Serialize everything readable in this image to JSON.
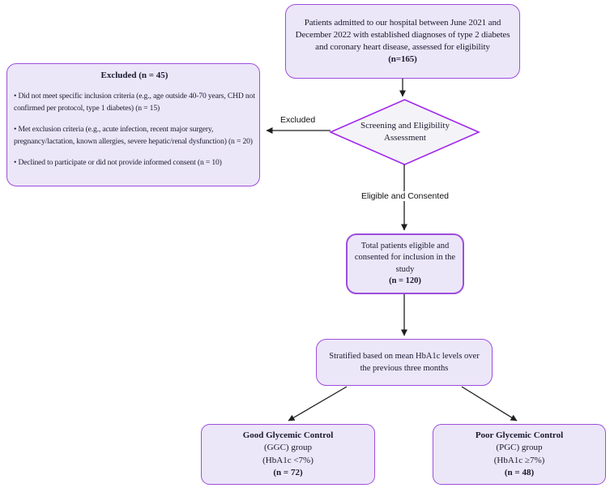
{
  "colors": {
    "box_fill": "#ECE6F9",
    "box_border": "#9D4EDB",
    "diamond_fill": "#F4F3F7",
    "diamond_border": "#A128EE",
    "text": "#1A1A2E",
    "arrow": "#1F1F1F",
    "background": "#FFFFFF"
  },
  "nodes": {
    "start": {
      "lines": [
        "Patients admitted to our hospital between June 2021 and",
        "December 2022 with established diagnoses of type 2 diabetes",
        "and coronary heart disease, assessed for eligibility"
      ],
      "count": "(n=165)"
    },
    "excluded": {
      "title": "Excluded (n = 45)",
      "bullets": [
        "• Did not meet specific inclusion criteria (e.g., age outside 40-70 years, CHD not confirmed per protocol, type 1 diabetes) (n = 15)",
        "• Met exclusion criteria (e.g., acute infection, recent major surgery, pregnancy/lactation, known allergies, severe hepatic/renal dysfunction) (n = 20)",
        "• Declined to participate or did not provide informed consent (n = 10)"
      ]
    },
    "screening": {
      "lines": [
        "Screening and Eligibility",
        "Assessment"
      ]
    },
    "eligible": {
      "lines": [
        "Total patients eligible and",
        "consented for inclusion in the",
        "study"
      ],
      "count": "(n = 120)"
    },
    "stratified": {
      "lines": [
        "Stratified based on mean HbA1c levels over",
        "the previous three months"
      ]
    },
    "ggc": {
      "title": "Good Glycemic Control",
      "lines": [
        "(GGC) group",
        "(HbA1c <7%)"
      ],
      "count": "(n = 72)"
    },
    "pgc": {
      "title": "Poor Glycemic Control",
      "lines": [
        "(PGC) group",
        "(HbA1c ≥7%)"
      ],
      "count": "(n = 48)"
    }
  },
  "edges": {
    "excluded_label": "Excluded",
    "eligible_label": "Eligible and Consented"
  }
}
